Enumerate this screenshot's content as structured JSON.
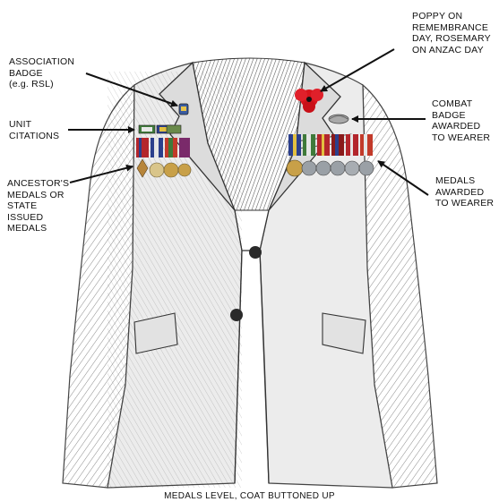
{
  "labels": {
    "association_badge": "ASSOCIATION\nBADGE\n(e.g. RSL)",
    "unit_citations": "UNIT\nCITATIONS",
    "ancestors_medals": "ANCESTOR'S\nMEDALS OR\nSTATE\nISSUED\nMEDALS",
    "poppy": "POPPY ON\nREMEMBRANCE\nDAY, ROSEMARY\nON ANZAC DAY",
    "combat_badge": "COMBAT\nBADGE\nAWARDED\nTO WEARER",
    "medals_awarded": "MEDALS\nAWARDED\nTO WEARER"
  },
  "caption": "MEDALS LEVEL, COAT BUTTONED UP",
  "colors": {
    "poppy": "#d8141c",
    "medal_gold": "#c8a048",
    "medal_silver": "#9aa0a6",
    "ribbon_red": "#b3262c",
    "ribbon_blue": "#2b3f8c",
    "ribbon_green": "#3f7a3a",
    "sketch": "#444444"
  }
}
